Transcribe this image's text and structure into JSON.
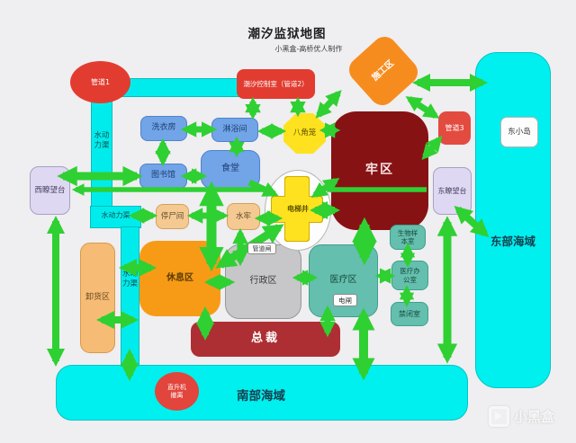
{
  "title": "潮汐监狱地图",
  "subtitle": "小黑盒-高桥优人制作",
  "watermark": {
    "brand": "小黑盒"
  },
  "colors": {
    "arrow_green": "#2fd032",
    "water_cyan": "#00ecec",
    "pipe_red": "#e23c30",
    "prison_maroon": "#871214",
    "president_crimson": "#ad2f33",
    "room_blue": "#72a4e8",
    "room_teal": "#64bfae",
    "room_tan": "#f4ca92",
    "tower_lavender": "#dfd8f2",
    "zone_orange": "#f79b17",
    "unloading_orange": "#f6bc75",
    "admin_gray": "#c7c7c9",
    "cage_yellow": "#ffe21f",
    "background": "#efeef0"
  },
  "nodes": {
    "pipe1": {
      "label": "管道1"
    },
    "control_room": {
      "label": "潮汐控制室（管道2）"
    },
    "construction": {
      "label": "施工区"
    },
    "pipe3": {
      "label": "管道3"
    },
    "east_sea": {
      "label": "东部海域"
    },
    "east_island": {
      "label": "东小岛"
    },
    "south_sea": {
      "label": "南部海域"
    },
    "heli": {
      "line1": "直升机",
      "line2": "撤离"
    },
    "west_tower": {
      "label": "西瞭望台"
    },
    "east_tower": {
      "label": "东瞭望台"
    },
    "canal": {
      "label": "水动力渠",
      "line1": "水动",
      "line2": "力渠"
    },
    "laundry": {
      "label": "洗衣房"
    },
    "shower": {
      "label": "淋浴间"
    },
    "library": {
      "label": "图书馆"
    },
    "cafeteria": {
      "label": "食堂"
    },
    "octagon": {
      "label": "八角笼"
    },
    "prison": {
      "label": "牢区"
    },
    "morgue": {
      "label": "停尸间"
    },
    "water_prison": {
      "label": "水牢"
    },
    "elevator": {
      "label": "电梯井"
    },
    "rest_area": {
      "label": "休息区"
    },
    "unloading": {
      "label": "卸货区"
    },
    "admin": {
      "label": "行政区"
    },
    "pipe_gate": {
      "label": "管道闸"
    },
    "medical": {
      "label": "医疗区"
    },
    "e_switch": {
      "label": "电闸"
    },
    "president": {
      "label": "总裁"
    },
    "bio_room": {
      "line1": "生物样",
      "line2": "本室"
    },
    "med_office": {
      "line1": "医疗办",
      "line2": "公室"
    },
    "confinement": {
      "label": "禁闭室"
    }
  }
}
